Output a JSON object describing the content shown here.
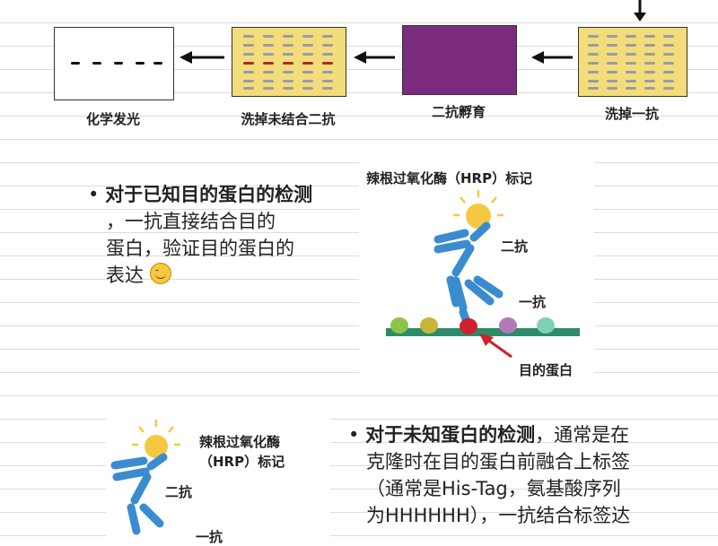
{
  "workflow": {
    "steps": [
      {
        "label": "化学发光"
      },
      {
        "label": "洗掉未结合二抗"
      },
      {
        "label": "二抗孵育"
      },
      {
        "label": "洗掉一抗"
      }
    ]
  },
  "section_known": {
    "bullet": "•",
    "title": "对于已知目的蛋白的检测",
    "body_1": "，一抗直接结合目的",
    "body_2": "蛋白，验证目的蛋白的",
    "body_3": "表达",
    "diagram_title": "辣根过氧化酶（HRP）标记",
    "secondary_label": "二抗",
    "primary_label": "一抗",
    "target_label": "目的蛋白"
  },
  "section_unknown": {
    "hrp_line1": "辣根过氧化酶",
    "hrp_line2": "（HRP）标记",
    "secondary_label": "二抗",
    "primary_label_partial": "一抗",
    "bullet": "•",
    "title": "对于未知蛋白的检测",
    "body_1": "，通常是在",
    "body_2": "克隆时在目的蛋白前融合上标签",
    "body_3": "（通常是His-Tag，氨基酸序列",
    "body_4": "为HHHHHH），一抗结合标签达"
  },
  "colors": {
    "blot_bg": "#f2dd7a",
    "incubation_box": "#7b2b7d",
    "antibody": "#3a8ccf",
    "membrane": "#2e8b6a",
    "hrp_sun": "#f5c842",
    "arrow_red": "#d0202a"
  }
}
